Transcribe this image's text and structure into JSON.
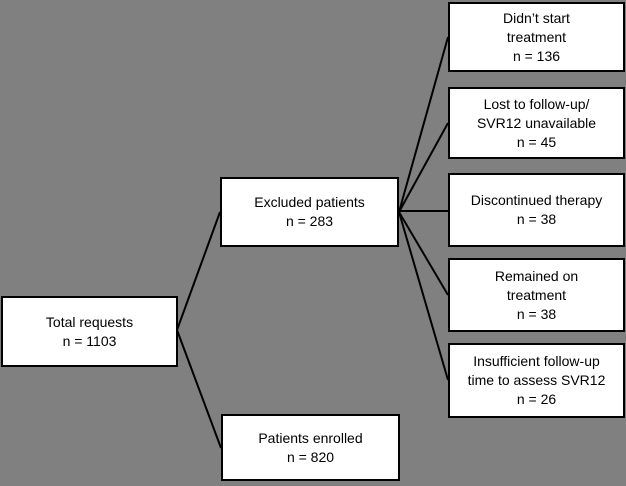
{
  "colors": {
    "background": "#808080",
    "node_fill": "#ffffff",
    "node_border": "#000000",
    "connector": "#000000"
  },
  "nodes": {
    "total_requests": {
      "text": "Total requests\nn = 1103"
    },
    "excluded_patients": {
      "text": "Excluded patients\nn = 283"
    },
    "patients_enrolled": {
      "text": "Patients enrolled\nn = 820"
    },
    "didnt_start_treatment": {
      "text": "Didn’t start\ntreatment\nn = 136"
    },
    "lost_to_followup": {
      "text": "Lost to follow-up/\nSVR12 unavailable\nn = 45"
    },
    "discontinued_therapy": {
      "text": "Discontinued therapy\nn = 38"
    },
    "remained_on_treatment": {
      "text": "Remained on\ntreatment\nn = 38"
    },
    "insufficient_followup": {
      "text": "Insufficient follow-up\ntime to assess SVR12\nn = 26"
    }
  },
  "edges": [
    {
      "from": "total_requests",
      "to": "excluded_patients"
    },
    {
      "from": "total_requests",
      "to": "patients_enrolled"
    },
    {
      "from": "excluded_patients",
      "to": "didnt_start_treatment"
    },
    {
      "from": "excluded_patients",
      "to": "lost_to_followup"
    },
    {
      "from": "excluded_patients",
      "to": "discontinued_therapy"
    },
    {
      "from": "excluded_patients",
      "to": "remained_on_treatment"
    },
    {
      "from": "excluded_patients",
      "to": "insufficient_followup"
    }
  ]
}
